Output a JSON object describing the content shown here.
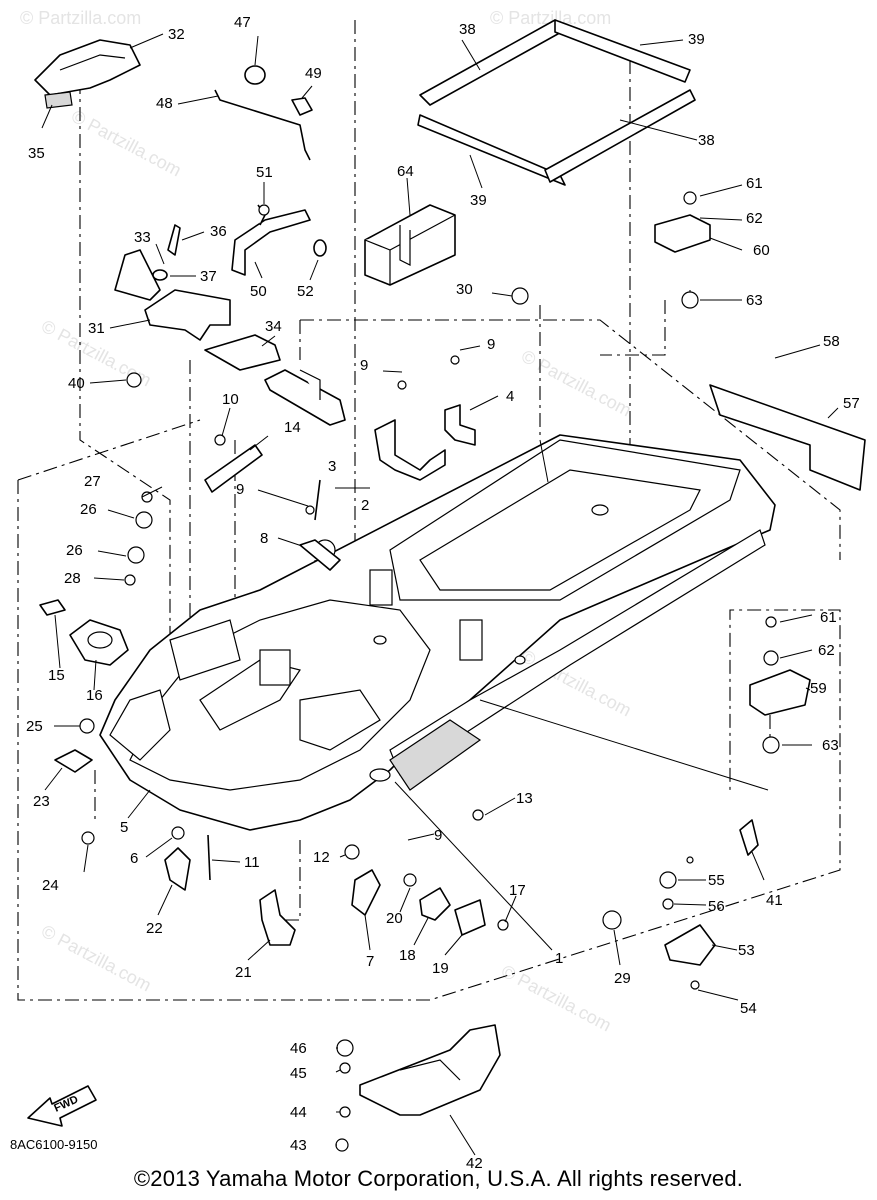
{
  "watermark": "© Partzilla.com",
  "fwd_label": "FWD",
  "diagram_code": "8AC6100-9150",
  "copyright": "©2013 Yamaha Motor Corporation, U.S.A. All rights reserved.",
  "callouts": {
    "c1": "1",
    "c2": "2",
    "c3": "3",
    "c4": "4",
    "c5": "5",
    "c6": "6",
    "c7": "7",
    "c8": "8",
    "c9a": "9",
    "c9b": "9",
    "c9c": "9",
    "c9d": "9",
    "c10": "10",
    "c11": "11",
    "c12": "12",
    "c13": "13",
    "c14": "14",
    "c15": "15",
    "c16": "16",
    "c17": "17",
    "c18": "18",
    "c19": "19",
    "c20": "20",
    "c21": "21",
    "c22": "22",
    "c23": "23",
    "c24": "24",
    "c25": "25",
    "c26a": "26",
    "c26b": "26",
    "c27": "27",
    "c28": "28",
    "c29": "29",
    "c30": "30",
    "c31": "31",
    "c32": "32",
    "c33": "33",
    "c34": "34",
    "c35": "35",
    "c36": "36",
    "c37": "37",
    "c38a": "38",
    "c38b": "38",
    "c39a": "39",
    "c39b": "39",
    "c40": "40",
    "c41": "41",
    "c42": "42",
    "c43": "43",
    "c44": "44",
    "c45": "45",
    "c46": "46",
    "c47": "47",
    "c48": "48",
    "c49": "49",
    "c50": "50",
    "c51": "51",
    "c52": "52",
    "c53": "53",
    "c54": "54",
    "c55": "55",
    "c56": "56",
    "c57": "57",
    "c58": "58",
    "c59": "59",
    "c60": "60",
    "c61a": "61",
    "c61b": "61",
    "c62a": "62",
    "c62b": "62",
    "c63a": "63",
    "c63b": "63",
    "c64": "64"
  }
}
